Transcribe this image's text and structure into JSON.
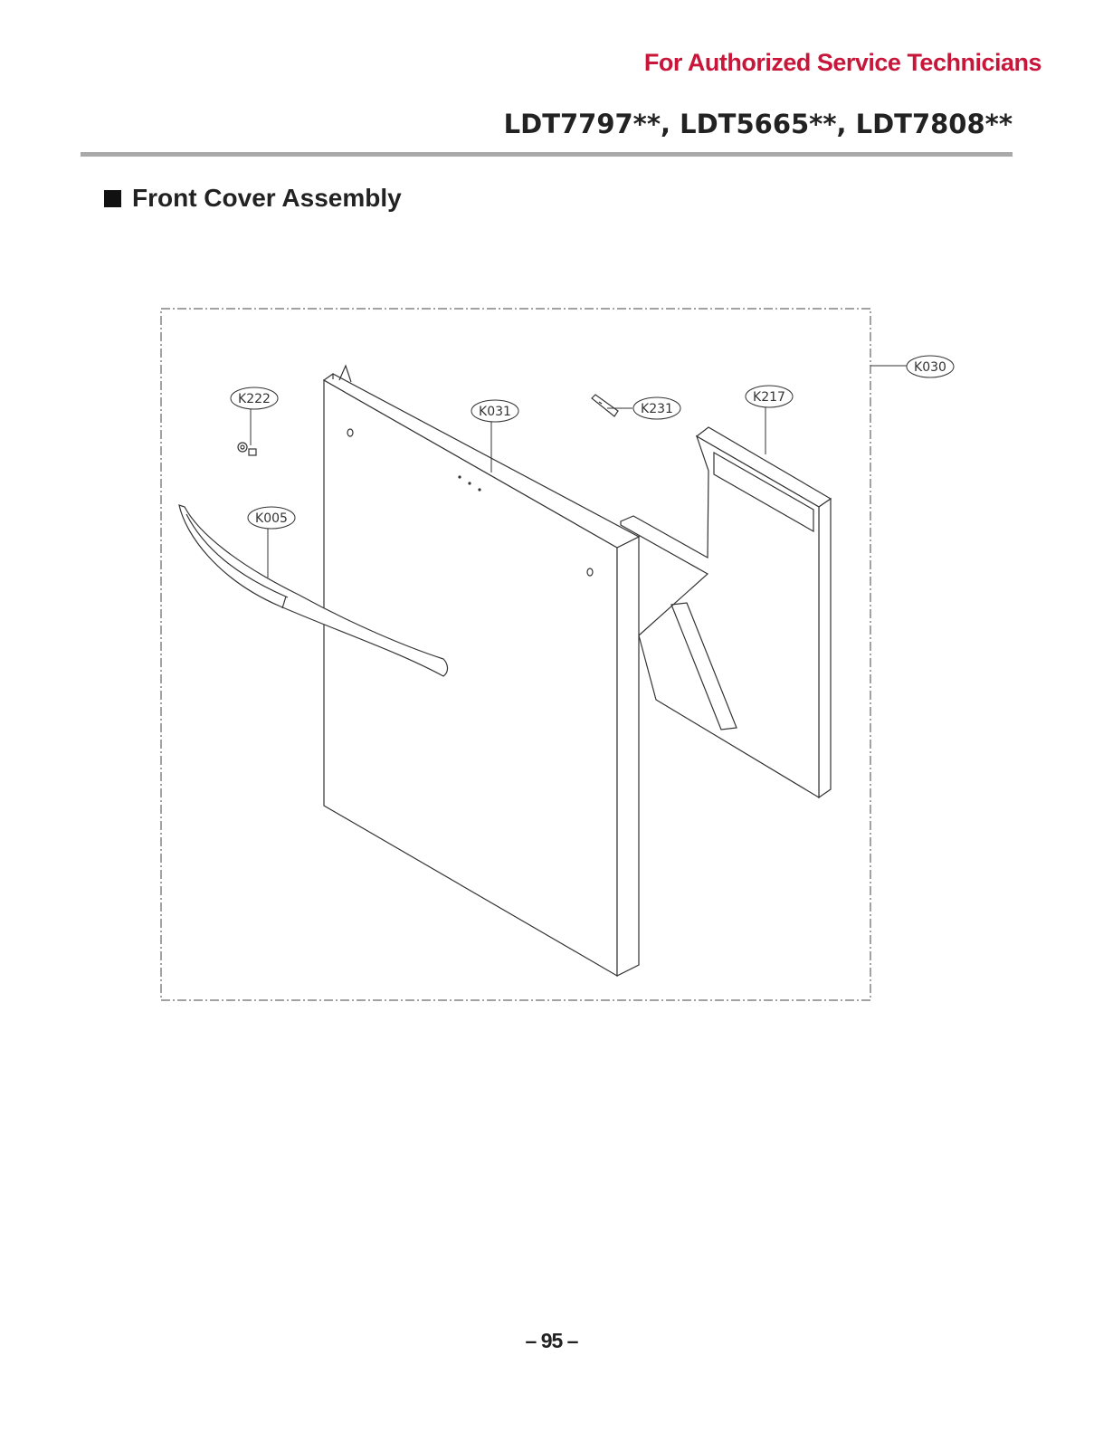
{
  "header": {
    "brand_line": "For Authorized Service Technicians",
    "models": "LDT7797**, LDT5665**, LDT7808**"
  },
  "section": {
    "title": "Front Cover Assembly"
  },
  "parts": {
    "assembly": "K030",
    "handle": "K005",
    "door_panel": "K031",
    "trim_panel": "K217",
    "screw": "K222",
    "clip": "K231"
  },
  "colors": {
    "brand_red": "#c8163b",
    "line": "#444444",
    "rule_gray": "#a9a9a9"
  },
  "footer": {
    "page_number": "– 95 –"
  }
}
